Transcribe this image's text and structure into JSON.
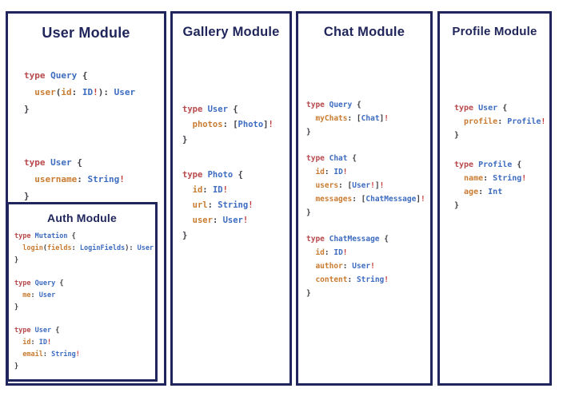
{
  "palette": {
    "navy": "#20265b",
    "tokens": {
      "k": "#b8494c",
      "t": "#3d6cc0",
      "pr": "#c97c31",
      "p": "#3d3d44",
      "b": "#c23b3b"
    }
  },
  "token_legend": {
    "k": "keyword",
    "t": "type-name",
    "pr": "field-name",
    "p": "punctuation",
    "b": "non-null-bang"
  },
  "panels": [
    {
      "id": "user-module",
      "title": "User Module",
      "blocks": [
        [
          [
            {
              "c": "k",
              "t": "type "
            },
            {
              "c": "t",
              "t": "Query "
            },
            {
              "c": "p",
              "t": "{"
            }
          ],
          [
            {
              "c": "pr",
              "t": "  user"
            },
            {
              "c": "p",
              "t": "("
            },
            {
              "c": "pr",
              "t": "id"
            },
            {
              "c": "p",
              "t": ": "
            },
            {
              "c": "t",
              "t": "ID"
            },
            {
              "c": "b",
              "t": "!"
            },
            {
              "c": "p",
              "t": "): "
            },
            {
              "c": "t",
              "t": "User"
            }
          ],
          [
            {
              "c": "p",
              "t": "}"
            }
          ]
        ],
        [
          [
            {
              "c": "k",
              "t": "type "
            },
            {
              "c": "t",
              "t": "User "
            },
            {
              "c": "p",
              "t": "{"
            }
          ],
          [
            {
              "c": "pr",
              "t": "  username"
            },
            {
              "c": "p",
              "t": ": "
            },
            {
              "c": "t",
              "t": "String"
            },
            {
              "c": "b",
              "t": "!"
            }
          ],
          [
            {
              "c": "p",
              "t": "}"
            }
          ]
        ]
      ]
    },
    {
      "id": "gallery-module",
      "title": "Gallery Module",
      "blocks": [
        [
          [
            {
              "c": "k",
              "t": "type "
            },
            {
              "c": "t",
              "t": "User "
            },
            {
              "c": "p",
              "t": "{"
            }
          ],
          [
            {
              "c": "pr",
              "t": "  photos"
            },
            {
              "c": "p",
              "t": ": ["
            },
            {
              "c": "t",
              "t": "Photo"
            },
            {
              "c": "p",
              "t": "]"
            },
            {
              "c": "b",
              "t": "!"
            }
          ],
          [
            {
              "c": "p",
              "t": "}"
            }
          ]
        ],
        [
          [
            {
              "c": "k",
              "t": "type "
            },
            {
              "c": "t",
              "t": "Photo "
            },
            {
              "c": "p",
              "t": "{"
            }
          ],
          [
            {
              "c": "pr",
              "t": "  id"
            },
            {
              "c": "p",
              "t": ": "
            },
            {
              "c": "t",
              "t": "ID"
            },
            {
              "c": "b",
              "t": "!"
            }
          ],
          [
            {
              "c": "pr",
              "t": "  url"
            },
            {
              "c": "p",
              "t": ": "
            },
            {
              "c": "t",
              "t": "String"
            },
            {
              "c": "b",
              "t": "!"
            }
          ],
          [
            {
              "c": "pr",
              "t": "  user"
            },
            {
              "c": "p",
              "t": ": "
            },
            {
              "c": "t",
              "t": "User"
            },
            {
              "c": "b",
              "t": "!"
            }
          ],
          [
            {
              "c": "p",
              "t": "}"
            }
          ]
        ]
      ]
    },
    {
      "id": "chat-module",
      "title": "Chat Module",
      "blocks": [
        [
          [
            {
              "c": "k",
              "t": "type "
            },
            {
              "c": "t",
              "t": "Query "
            },
            {
              "c": "p",
              "t": "{"
            }
          ],
          [
            {
              "c": "pr",
              "t": "  myChats"
            },
            {
              "c": "p",
              "t": ": ["
            },
            {
              "c": "t",
              "t": "Chat"
            },
            {
              "c": "p",
              "t": "]"
            },
            {
              "c": "b",
              "t": "!"
            }
          ],
          [
            {
              "c": "p",
              "t": "}"
            }
          ]
        ],
        [
          [
            {
              "c": "k",
              "t": "type "
            },
            {
              "c": "t",
              "t": "Chat "
            },
            {
              "c": "p",
              "t": "{"
            }
          ],
          [
            {
              "c": "pr",
              "t": "  id"
            },
            {
              "c": "p",
              "t": ": "
            },
            {
              "c": "t",
              "t": "ID"
            },
            {
              "c": "b",
              "t": "!"
            }
          ],
          [
            {
              "c": "pr",
              "t": "  users"
            },
            {
              "c": "p",
              "t": ": ["
            },
            {
              "c": "t",
              "t": "User"
            },
            {
              "c": "b",
              "t": "!"
            },
            {
              "c": "p",
              "t": "]"
            },
            {
              "c": "b",
              "t": "!"
            }
          ],
          [
            {
              "c": "pr",
              "t": "  messages"
            },
            {
              "c": "p",
              "t": ": ["
            },
            {
              "c": "t",
              "t": "ChatMessage"
            },
            {
              "c": "p",
              "t": "]"
            },
            {
              "c": "b",
              "t": "!"
            }
          ],
          [
            {
              "c": "p",
              "t": "}"
            }
          ]
        ],
        [
          [
            {
              "c": "k",
              "t": "type "
            },
            {
              "c": "t",
              "t": "ChatMessage "
            },
            {
              "c": "p",
              "t": "{"
            }
          ],
          [
            {
              "c": "pr",
              "t": "  id"
            },
            {
              "c": "p",
              "t": ": "
            },
            {
              "c": "t",
              "t": "ID"
            },
            {
              "c": "b",
              "t": "!"
            }
          ],
          [
            {
              "c": "pr",
              "t": "  author"
            },
            {
              "c": "p",
              "t": ": "
            },
            {
              "c": "t",
              "t": "User"
            },
            {
              "c": "b",
              "t": "!"
            }
          ],
          [
            {
              "c": "pr",
              "t": "  content"
            },
            {
              "c": "p",
              "t": ": "
            },
            {
              "c": "t",
              "t": "String"
            },
            {
              "c": "b",
              "t": "!"
            }
          ],
          [
            {
              "c": "p",
              "t": "}"
            }
          ]
        ]
      ]
    },
    {
      "id": "profile-module",
      "title": "Profile Module",
      "blocks": [
        [
          [
            {
              "c": "k",
              "t": "type "
            },
            {
              "c": "t",
              "t": "User "
            },
            {
              "c": "p",
              "t": "{"
            }
          ],
          [
            {
              "c": "pr",
              "t": "  profile"
            },
            {
              "c": "p",
              "t": ": "
            },
            {
              "c": "t",
              "t": "Profile"
            },
            {
              "c": "b",
              "t": "!"
            }
          ],
          [
            {
              "c": "p",
              "t": "}"
            }
          ]
        ],
        [
          [
            {
              "c": "k",
              "t": "type "
            },
            {
              "c": "t",
              "t": "Profile "
            },
            {
              "c": "p",
              "t": "{"
            }
          ],
          [
            {
              "c": "pr",
              "t": "  name"
            },
            {
              "c": "p",
              "t": ": "
            },
            {
              "c": "t",
              "t": "String"
            },
            {
              "c": "b",
              "t": "!"
            }
          ],
          [
            {
              "c": "pr",
              "t": "  age"
            },
            {
              "c": "p",
              "t": ": "
            },
            {
              "c": "t",
              "t": "Int"
            }
          ],
          [
            {
              "c": "p",
              "t": "}"
            }
          ]
        ]
      ]
    },
    {
      "id": "auth-module",
      "title": "Auth Module",
      "blocks": [
        [
          [
            {
              "c": "k",
              "t": "type "
            },
            {
              "c": "t",
              "t": "Mutation "
            },
            {
              "c": "p",
              "t": "{"
            }
          ],
          [
            {
              "c": "pr",
              "t": "  login"
            },
            {
              "c": "p",
              "t": "("
            },
            {
              "c": "pr",
              "t": "fields"
            },
            {
              "c": "p",
              "t": ": "
            },
            {
              "c": "t",
              "t": "LoginFields"
            },
            {
              "c": "p",
              "t": "): "
            },
            {
              "c": "t",
              "t": "User"
            }
          ],
          [
            {
              "c": "p",
              "t": "}"
            }
          ]
        ],
        [
          [
            {
              "c": "k",
              "t": "type "
            },
            {
              "c": "t",
              "t": "Query "
            },
            {
              "c": "p",
              "t": "{"
            }
          ],
          [
            {
              "c": "pr",
              "t": "  me"
            },
            {
              "c": "p",
              "t": ": "
            },
            {
              "c": "t",
              "t": "User"
            }
          ],
          [
            {
              "c": "p",
              "t": "}"
            }
          ]
        ],
        [
          [
            {
              "c": "k",
              "t": "type "
            },
            {
              "c": "t",
              "t": "User "
            },
            {
              "c": "p",
              "t": "{"
            }
          ],
          [
            {
              "c": "pr",
              "t": "  id"
            },
            {
              "c": "p",
              "t": ": "
            },
            {
              "c": "t",
              "t": "ID"
            },
            {
              "c": "b",
              "t": "!"
            }
          ],
          [
            {
              "c": "pr",
              "t": "  email"
            },
            {
              "c": "p",
              "t": ": "
            },
            {
              "c": "t",
              "t": "String"
            },
            {
              "c": "b",
              "t": "!"
            }
          ],
          [
            {
              "c": "p",
              "t": "}"
            }
          ]
        ]
      ]
    }
  ]
}
